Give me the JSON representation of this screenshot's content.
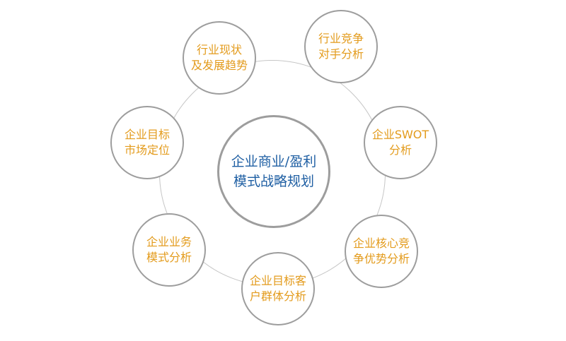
{
  "diagram": {
    "center": {
      "line1": "企业商业/盈利",
      "line2": "模式战略规划"
    },
    "nodes": [
      {
        "id": "industry-status",
        "line1": "行业现状",
        "line2": "及发展趋势"
      },
      {
        "id": "competitor",
        "line1": "行业竞争",
        "line2": "对手分析"
      },
      {
        "id": "swot",
        "line1": "企业SWOT",
        "line2": "分析"
      },
      {
        "id": "core-competence",
        "line1": "企业核心竞",
        "line2": "争优势分析"
      },
      {
        "id": "target-customer",
        "line1": "企业目标客",
        "line2": "户群体分析"
      },
      {
        "id": "business-model",
        "line1": "企业业务",
        "line2": "模式分析"
      },
      {
        "id": "market-position",
        "line1": "企业目标",
        "line2": "市场定位"
      }
    ],
    "colors": {
      "center_text": "#1f5fa3",
      "node_text": "#e39b1c",
      "border": "#9d9d9d",
      "ring": "#c6c6c6"
    }
  }
}
